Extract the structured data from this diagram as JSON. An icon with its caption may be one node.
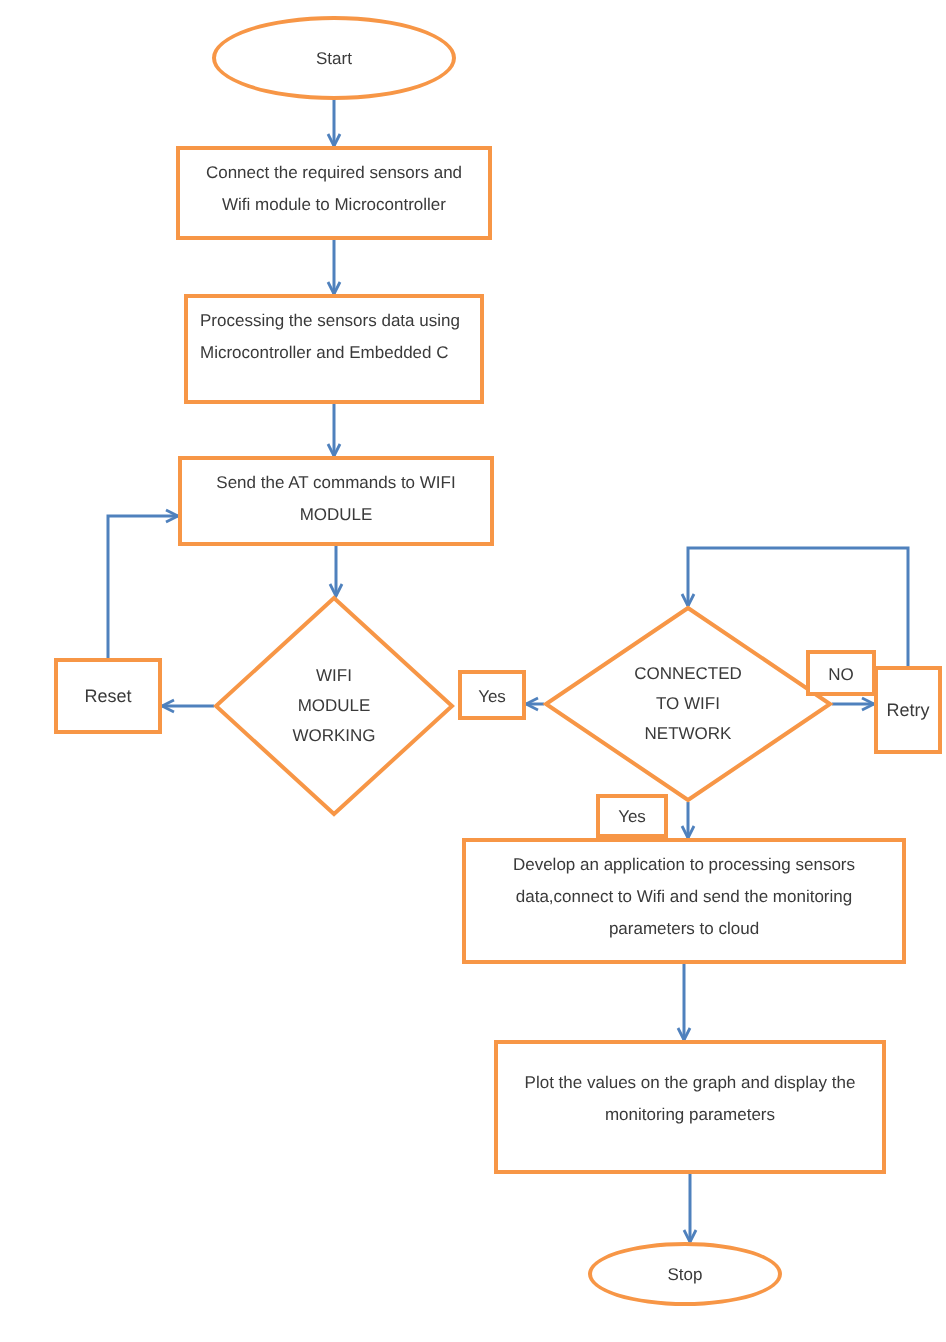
{
  "diagram": {
    "nodes": [
      {
        "text": [
          "Start"
        ]
      },
      {
        "text": [
          "Connect the required sensors and Wifi module to Microcontroller"
        ]
      },
      {
        "text": [
          "Processing the sensors data using Microcontroller and Embedded C"
        ]
      },
      {
        "text": [
          "Send the AT commands to WIFI MODULE"
        ]
      },
      {
        "text": [
          "Reset"
        ]
      },
      {
        "text": [
          "WIFI MODULE WORKING"
        ]
      },
      {
        "text": [
          "Yes"
        ]
      },
      {
        "text": [
          "CONNECTED TO WIFI NETWORK"
        ]
      },
      {
        "text": [
          "NO"
        ]
      },
      {
        "text": [
          "Retry"
        ]
      },
      {
        "text": [
          "Yes"
        ]
      },
      {
        "text": [
          "Develop an application to processing sensors data,connect to Wifi and send the monitoring parameters to cloud"
        ]
      },
      {
        "text": [
          "Plot the values on the graph and display the monitoring parameters"
        ]
      },
      {
        "text": [
          "Stop"
        ]
      }
    ],
    "edges": [
      {
        "from": 0,
        "to": 1,
        "arrow": "to"
      },
      {
        "from": 1,
        "to": 2,
        "arrow": "to"
      },
      {
        "from": 2,
        "to": 3,
        "arrow": "to"
      },
      {
        "from": 3,
        "to": 5,
        "arrow": "to"
      },
      {
        "from": 5,
        "to": 4,
        "arrow": "to"
      },
      {
        "from": 4,
        "to": 3,
        "arrow": "to"
      },
      {
        "from": 7,
        "to": 6,
        "arrow": "to"
      },
      {
        "from": 7,
        "to": 9,
        "arrow": "to"
      },
      {
        "from": 9,
        "to": 7,
        "arrow": "to"
      },
      {
        "from": 7,
        "to": 11,
        "arrow": "to"
      },
      {
        "from": 11,
        "to": 12,
        "arrow": "to"
      },
      {
        "from": 12,
        "to": 13,
        "arrow": "to"
      }
    ]
  }
}
